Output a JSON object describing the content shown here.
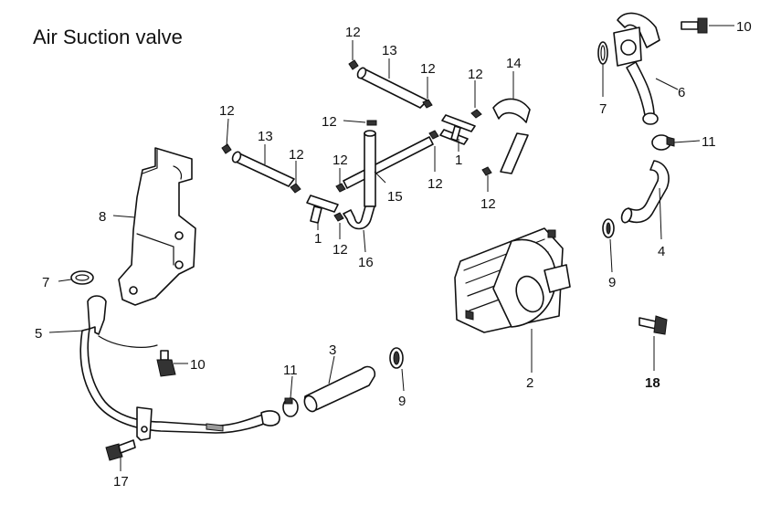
{
  "title": "Air Suction valve",
  "callouts": {
    "c12a": "12",
    "c13a": "13",
    "c12b": "12",
    "c12c": "12",
    "c14": "14",
    "c12d": "12",
    "c12e": "12",
    "c1a": "1",
    "c12f": "12",
    "c12g": "12",
    "c13b": "13",
    "c12h": "12",
    "c12i": "12",
    "c15": "15",
    "c1b": "1",
    "c12j": "12",
    "c16": "16",
    "c10a": "10",
    "c7a": "7",
    "c6": "6",
    "c11a": "11",
    "c4": "4",
    "c9a": "9",
    "c8": "8",
    "c7b": "7",
    "c5": "5",
    "c10b": "10",
    "c3": "3",
    "c11b": "11",
    "c9b": "9",
    "c2": "2",
    "c18": "18",
    "c17": "17"
  }
}
